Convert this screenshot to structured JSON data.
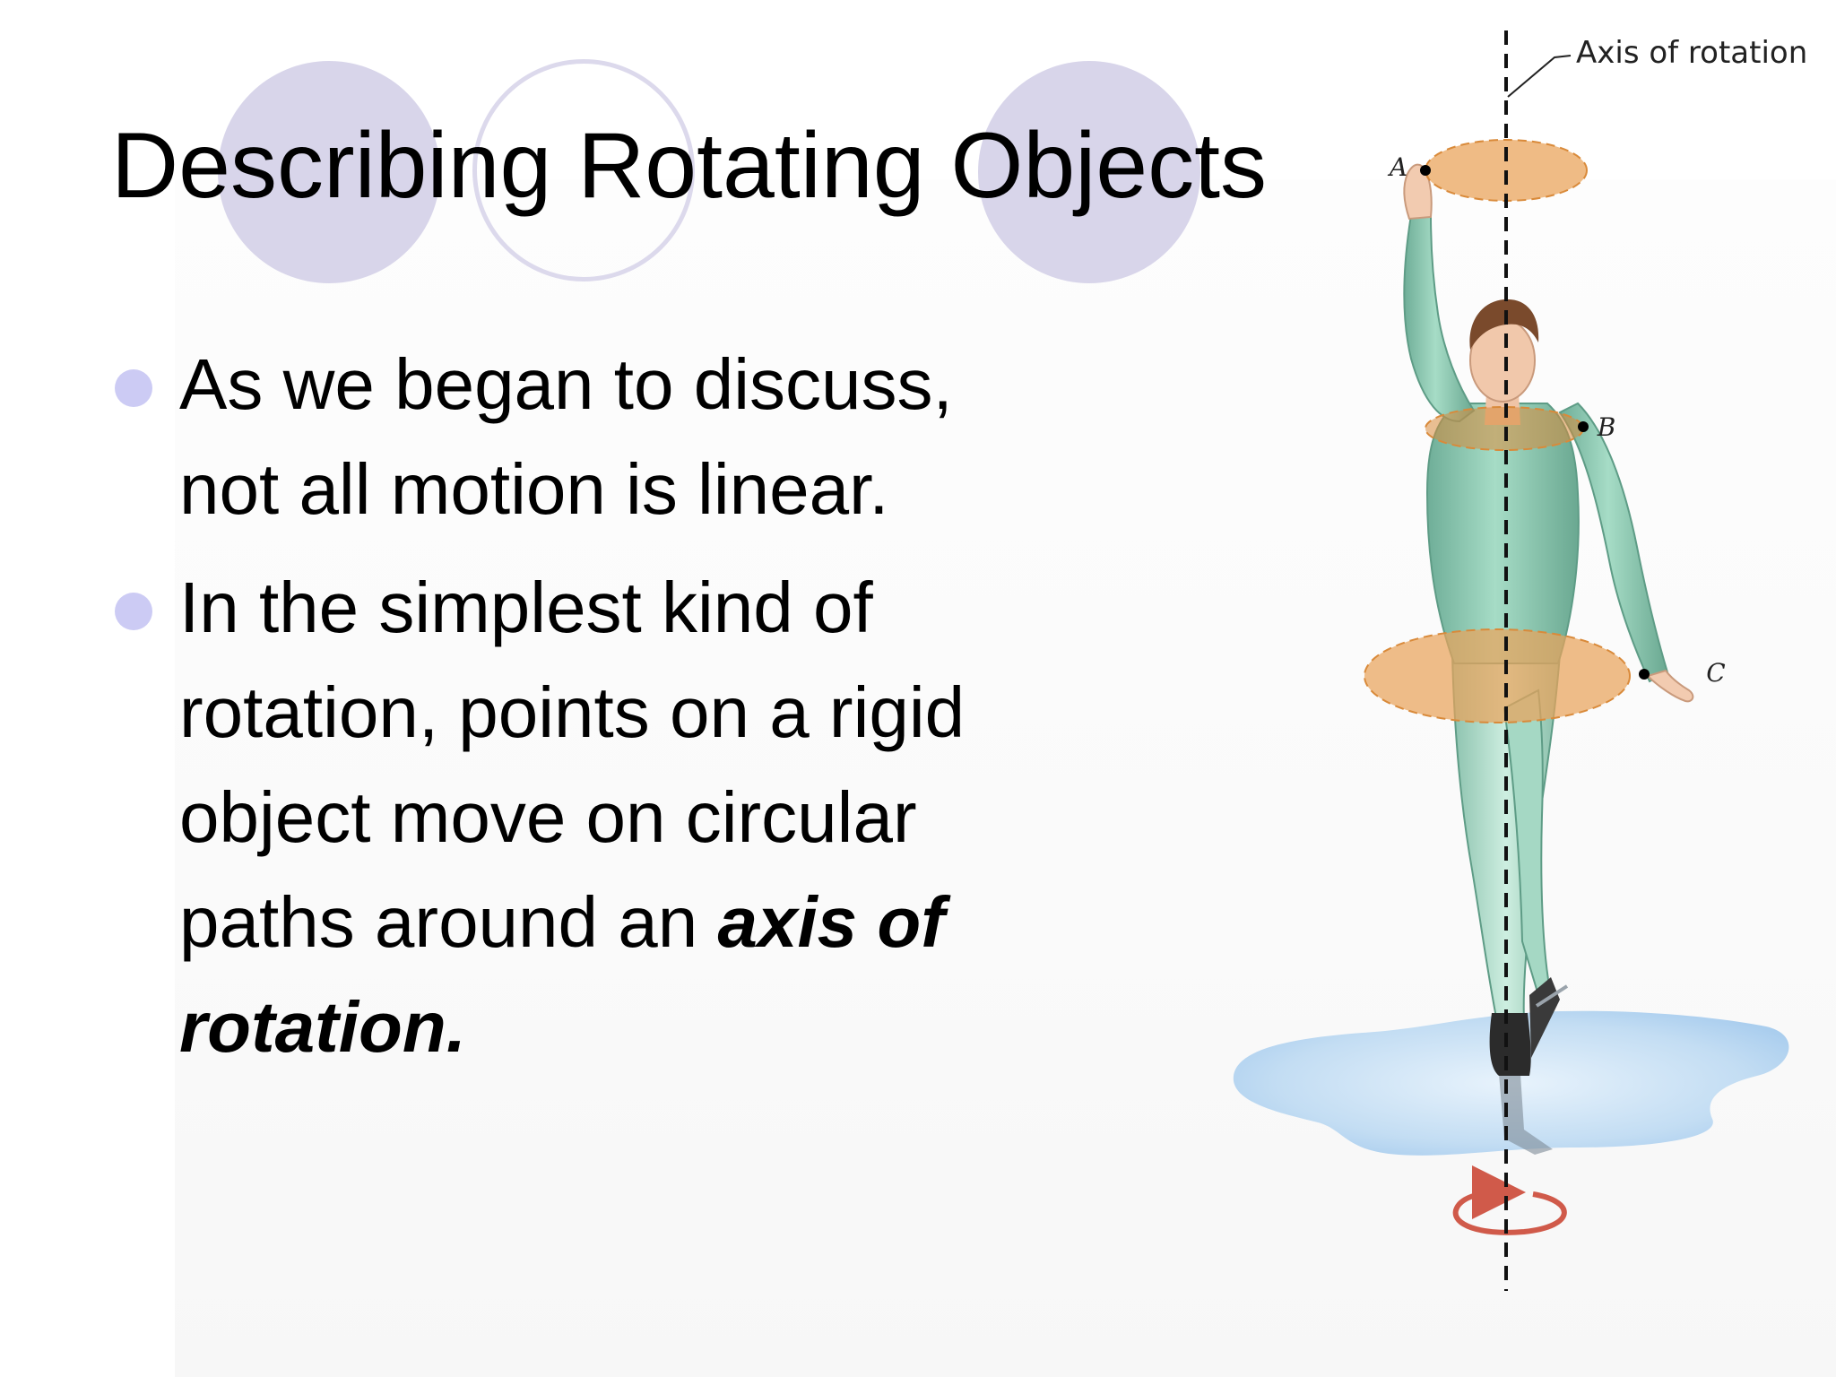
{
  "slide": {
    "title": "Describing Rotating Objects",
    "bullets": [
      {
        "parts": [
          {
            "text": "As we began to discuss,",
            "emphasis": false
          },
          {
            "text": "not all motion is linear.",
            "emphasis": false
          }
        ]
      },
      {
        "parts": [
          {
            "text": "In the simplest kind of",
            "emphasis": false
          },
          {
            "text": "rotation, points on a rigid",
            "emphasis": false
          },
          {
            "text": "object move on circular",
            "emphasis": false
          },
          {
            "text": "paths around an ",
            "emphasis": false
          },
          {
            "text": "axis of",
            "emphasis": true
          },
          {
            "text": "rotation.",
            "emphasis": true
          }
        ]
      }
    ]
  },
  "figure": {
    "axis_label": "Axis of rotation",
    "point_labels": {
      "a": "A",
      "b": "B",
      "c": "C"
    }
  },
  "colors": {
    "decor_circle": "#d8d5ea",
    "bullet_dot": "#cccbf4",
    "rotation_path": "#e9a45c",
    "skater_suit": "#8cc8b0",
    "ice": "#b7d6f2",
    "rotation_arrow": "#d05a4a"
  }
}
